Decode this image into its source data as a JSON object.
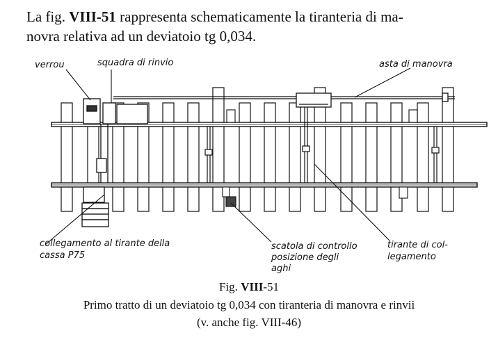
{
  "paragraph": {
    "prefix": "La fig. ",
    "fig_ref": "VIII-51",
    "rest_line1": " rappresenta schematicamente la tiranteria di ma-",
    "line2": "novra relativa ad un deviatoio tg 0,034."
  },
  "labels": {
    "verrou": "verrou",
    "squadra": "squadra di rinvio",
    "asta": "asta di manovra",
    "collegamento_l1": "collegamento al tirante della",
    "collegamento_l2": "cassa P75",
    "scatola_l1": "scatola di controllo",
    "scatola_l2": "posizione degli",
    "scatola_l3": "aghi",
    "tirante_l1": "tirante di col-",
    "tirante_l2": "legamento"
  },
  "caption": {
    "fig_prefix": "Fig. ",
    "fig_number": "VIII",
    "fig_suffix": "-51",
    "line2": "Primo tratto di un deviatoio tg 0,034 con tiranteria di manovra e rinvii",
    "line3": "(v. anche fig. VIII-46)"
  }
}
